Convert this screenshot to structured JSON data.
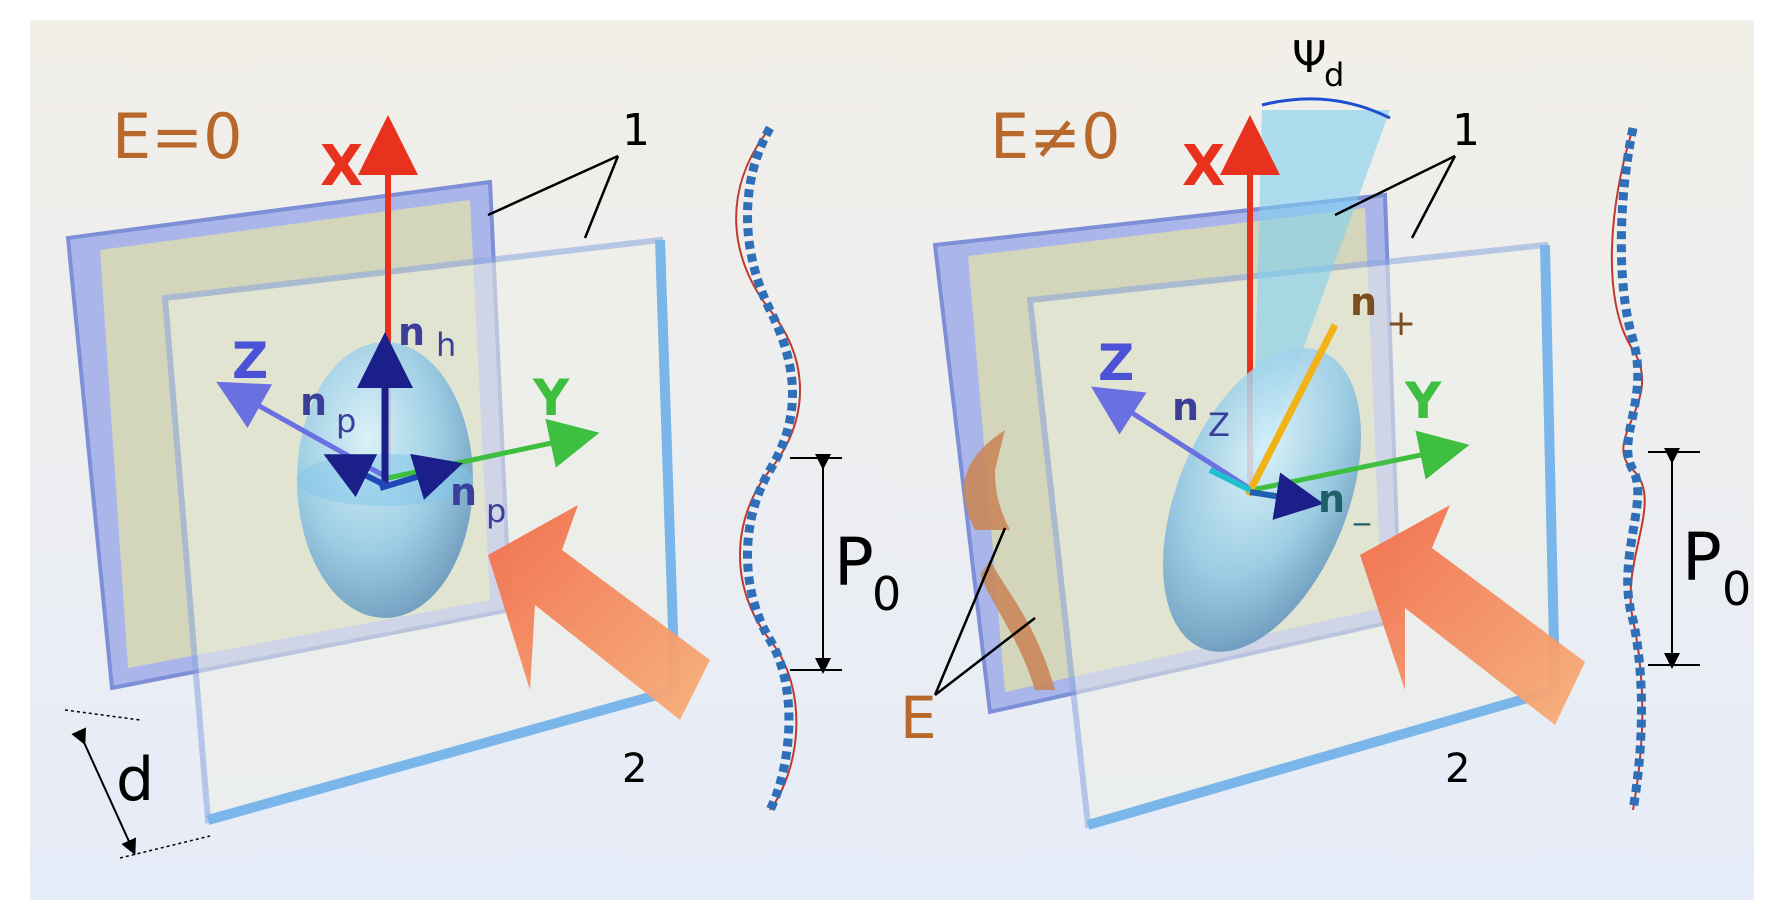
{
  "left_panel": {
    "field_label": "E=0",
    "axis_x": "X",
    "axis_y": "Y",
    "axis_z": "Z",
    "n_h_base": "n",
    "n_h_sub": "h",
    "n_p_base": "n",
    "n_p_sub": "p",
    "n_p2_base": "n",
    "n_p2_sub": "p",
    "callout_1": "1",
    "callout_2": "2",
    "pitch_base": "P",
    "pitch_sub": "0",
    "thickness": "d"
  },
  "right_panel": {
    "field_label": "E≠0",
    "axis_x": "X",
    "axis_y": "Y",
    "axis_z": "Z",
    "n_plus_base": "n",
    "n_plus_sub": "+",
    "n_z_base": "n",
    "n_z_sub": "Z",
    "n_minus_base": "n",
    "n_minus_sub": "_",
    "psi_base": "Ψ",
    "psi_sub": "d",
    "callout_1": "1",
    "callout_2": "2",
    "pitch_base": "P",
    "pitch_sub": "0",
    "field_arrow_label": "E"
  },
  "colors": {
    "field_label": "#b8682a",
    "axis_x": "#e8321e",
    "axis_y": "#3fbf3f",
    "axis_z": "#4b52d6",
    "n_vector": "#3b3f9a",
    "n_plus": "#7a4e1e",
    "n_minus": "#1f5f6a",
    "glass": "#b8c8f0",
    "lc_film": "#d8dcb8",
    "helix": "#2e6fb8",
    "light_arrow": "#f08a5a"
  }
}
